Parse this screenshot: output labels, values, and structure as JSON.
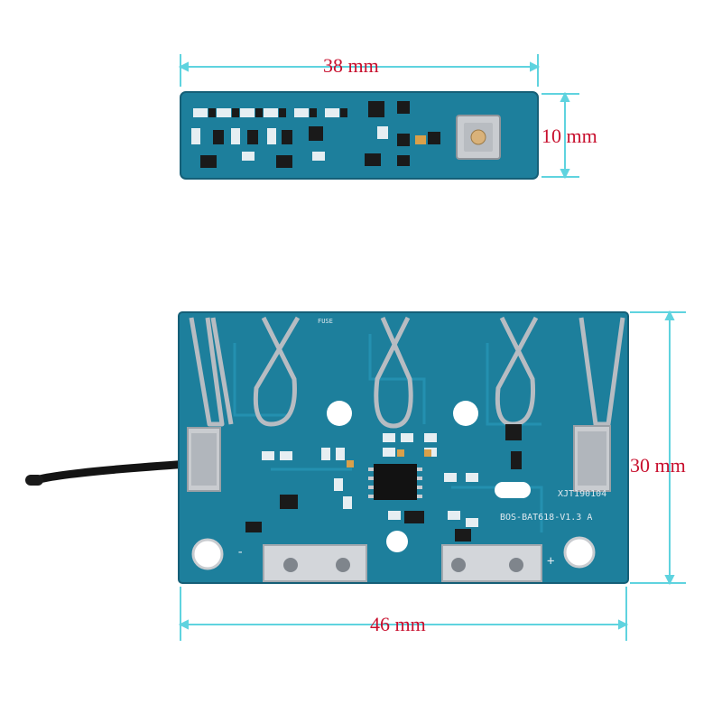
{
  "dimensions": {
    "top_width": "38 mm",
    "top_height": "10 mm",
    "bottom_height": "30 mm",
    "bottom_width": "46 mm"
  },
  "colors": {
    "dimension_line": "#5fd3df",
    "dimension_text": "#c8102e",
    "pcb": "#1d7f9c",
    "pcb_dark": "#155f77",
    "silkscreen": "#dfe9ef",
    "metal": "#c9ccd0"
  },
  "pcb_markings": {
    "code": "XJT190104",
    "model": "BOS-BAT618-V1.3 A",
    "fuse": "FUSE",
    "plus": "+",
    "minus": "-"
  }
}
